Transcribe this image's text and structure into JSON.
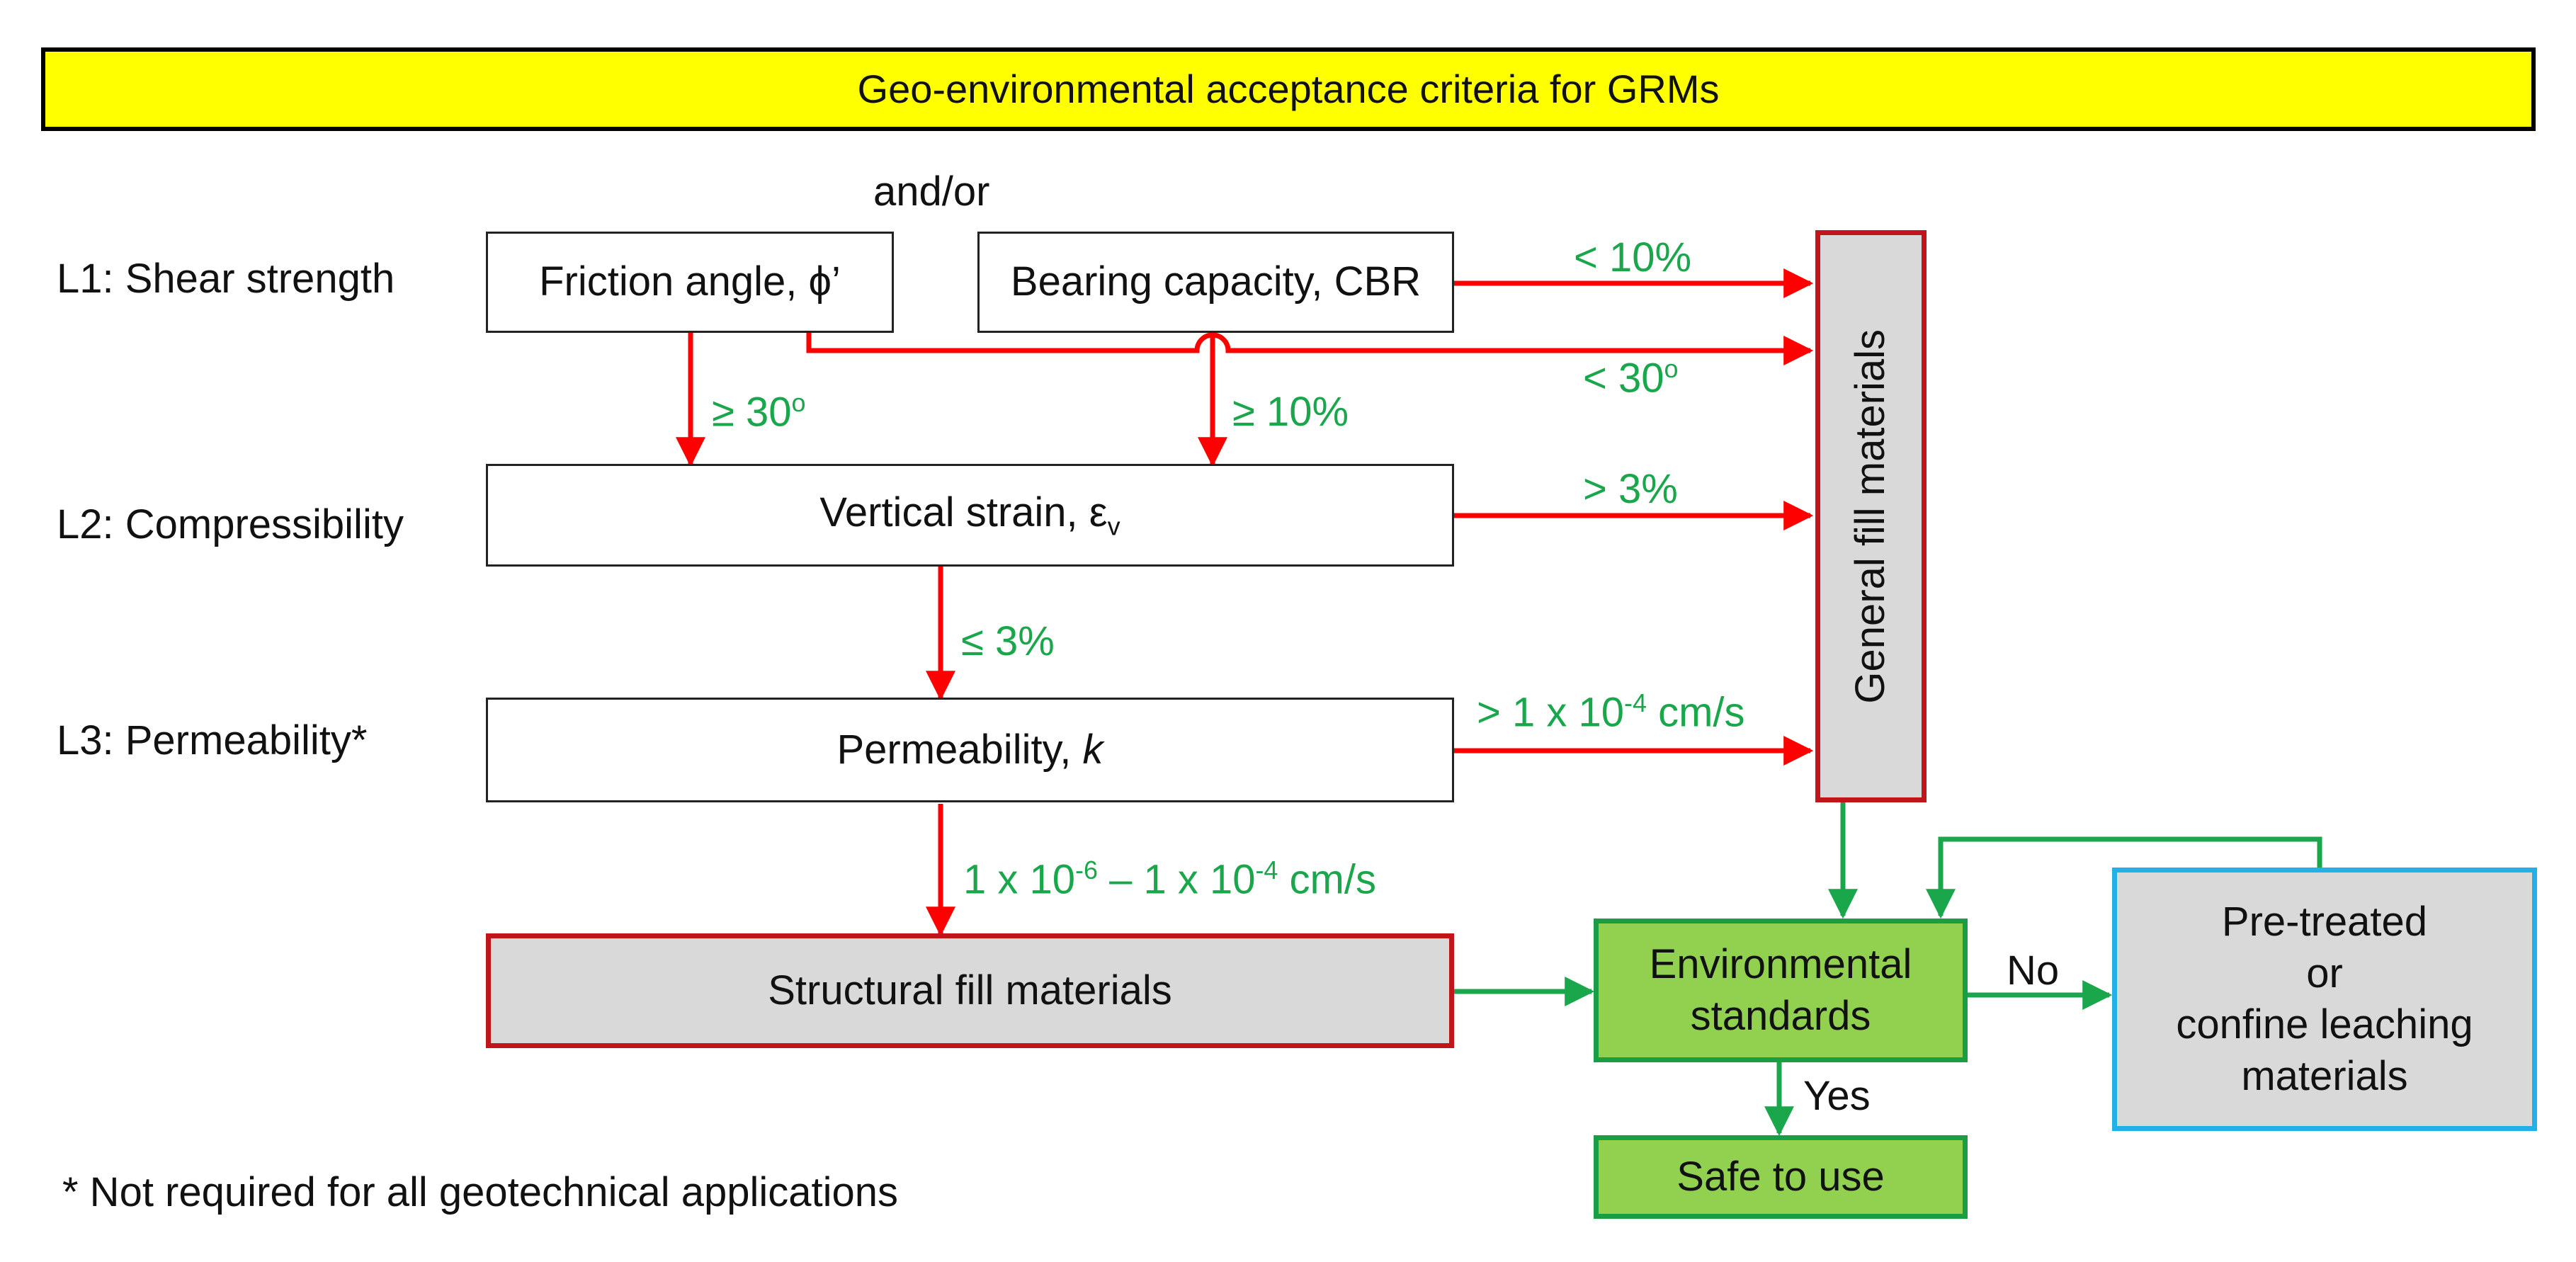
{
  "title": "Geo-environmental acceptance criteria for GRMs",
  "levels": {
    "l1": "L1: Shear strength",
    "l2": "L2: Compressibility",
    "l3": "L3: Permeability*"
  },
  "and_or": "and/or",
  "boxes": {
    "friction": "Friction angle, ϕ’",
    "bearing": "Bearing capacity, CBR",
    "strain_main": "Vertical strain, ε",
    "strain_sub": "v",
    "perm_main": "Permeability, ",
    "perm_k": "k",
    "structural": "Structural fill materials",
    "general": "General fill materials",
    "env_l1": "Environmental",
    "env_l2": "standards",
    "safe": "Safe to use",
    "pre_l1": "Pre-treated",
    "pre_l2": "or",
    "pre_l3": "confine leaching",
    "pre_l4": "materials"
  },
  "conditions": {
    "cbr_low": "< 10%",
    "cbr_high": "≥ 10%",
    "phi_low_main": "< 30",
    "phi_low_sup": "o",
    "phi_high_main": "≥ 30",
    "phi_high_sup": "o",
    "strain_high": "> 3%",
    "strain_low": "≤ 3%",
    "perm_high_a": ">  1 x 10",
    "perm_high_sup": "-4",
    "perm_high_b": "  cm/s",
    "perm_range_a": "1 x 10",
    "perm_range_sup1": "-6",
    "perm_range_b": " – 1 x 10",
    "perm_range_sup2": "-4",
    "perm_range_c": "  cm/s",
    "no": "No",
    "yes": "Yes"
  },
  "footnote": "* Not required for all geotechnical applications",
  "colors": {
    "banner": "#ffff00",
    "red_arrow": "#ff0000",
    "green_arrow": "#1aa74c",
    "condition_text": "#1aa74c",
    "red_border": "#c0151a",
    "green_fill": "#92d050",
    "grey_fill": "#d9d9d9",
    "blue_border": "#22b0e8"
  }
}
